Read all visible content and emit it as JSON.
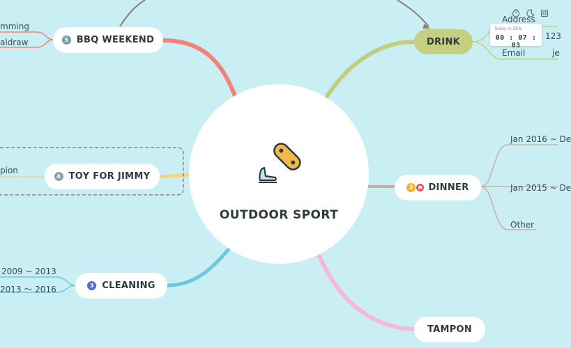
{
  "mindmap": {
    "central_topic": "OUTDOOR SPORT",
    "branches": {
      "bbq": {
        "label": "BBQ WEEKEND",
        "badge": "5",
        "badge_color": "#7a9ea6",
        "line_color": "#f1837a",
        "leaves": [
          "mming",
          "aldraw"
        ]
      },
      "toy": {
        "label": "TOY FOR JIMMY",
        "badge": "4",
        "badge_color": "#8aa3aa",
        "line_color": "#f7d37a",
        "leaves": [
          "pion"
        ]
      },
      "cleaning": {
        "label": "CLEANING",
        "badge": "3",
        "badge_color": "#5566d6",
        "line_color": "#6dc8de",
        "leaves": [
          "2009 ~ 2013",
          "2013 ～ 2016"
        ]
      },
      "drink": {
        "label": "DRINK",
        "node_color": "#c5cf80",
        "line_color": "#bfcf7e",
        "leaves": [
          "Address",
          "123",
          "Email",
          "je"
        ]
      },
      "dinner": {
        "label": "DINNER",
        "badge": "2",
        "badge_color": "#f5b02a",
        "flag_color": "#e8504a",
        "line_color": "#c7b0a8",
        "leaves": [
          "Jan 2016 ~ De",
          "Jan 2015 ~ De",
          "Other"
        ]
      },
      "tampon": {
        "label": "TAMPON",
        "line_color": "#f7b6dc"
      }
    }
  },
  "zen_timer": {
    "label": "Today in ZEN",
    "time": "00 : 07 : 03"
  },
  "toolbar": {
    "icons": [
      "timer-icon",
      "dark-mode-icon",
      "fullscreen-icon"
    ]
  },
  "colors": {
    "background": "#c9eff5",
    "node": "#ffffff",
    "text": "#2f3a3f"
  }
}
